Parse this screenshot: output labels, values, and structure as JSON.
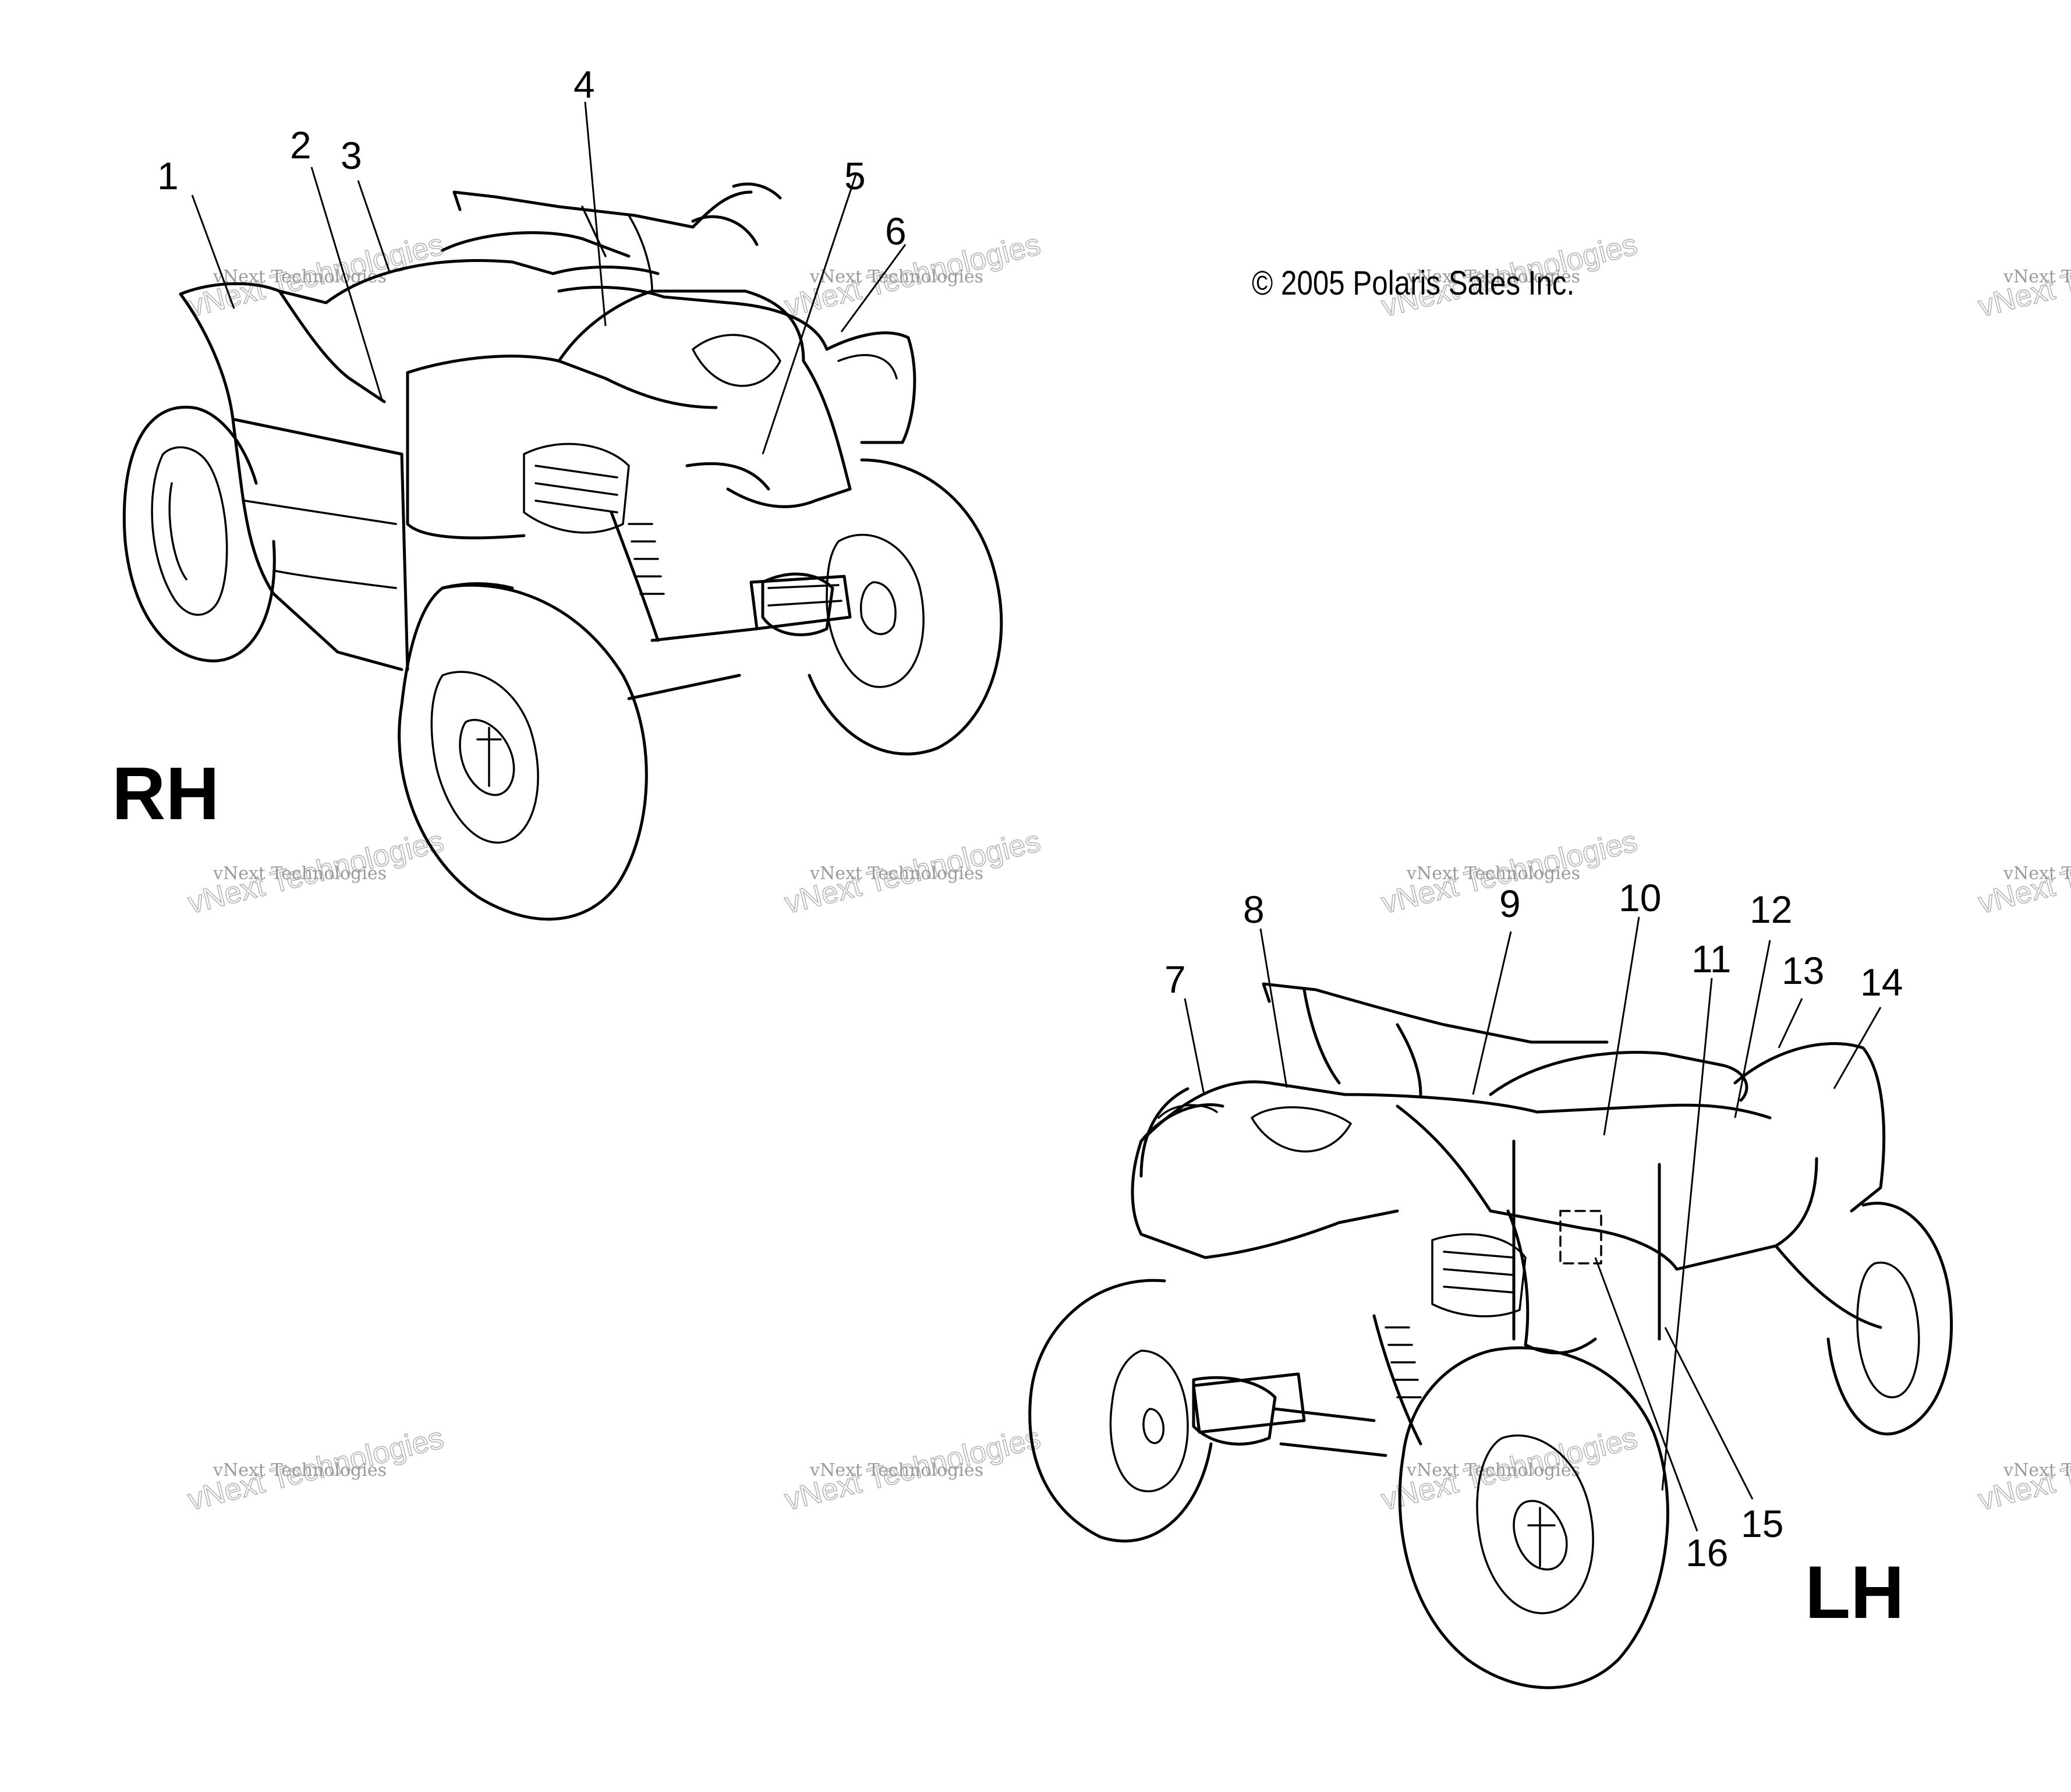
{
  "diagram": {
    "copyright": "© 2005 Polaris Sales Inc.",
    "views": [
      {
        "side": "RH",
        "callouts": [
          "1",
          "2",
          "3",
          "4",
          "5",
          "6"
        ]
      },
      {
        "side": "LH",
        "callouts": [
          "7",
          "8",
          "9",
          "10",
          "11",
          "12",
          "13",
          "14",
          "15",
          "16"
        ]
      }
    ],
    "watermark": {
      "line1": "vNext Technologies",
      "line2": "vNext Technologies"
    }
  },
  "colors": {
    "ink": "#000000",
    "watermark": "#a8a8a8",
    "background": "#ffffff"
  }
}
